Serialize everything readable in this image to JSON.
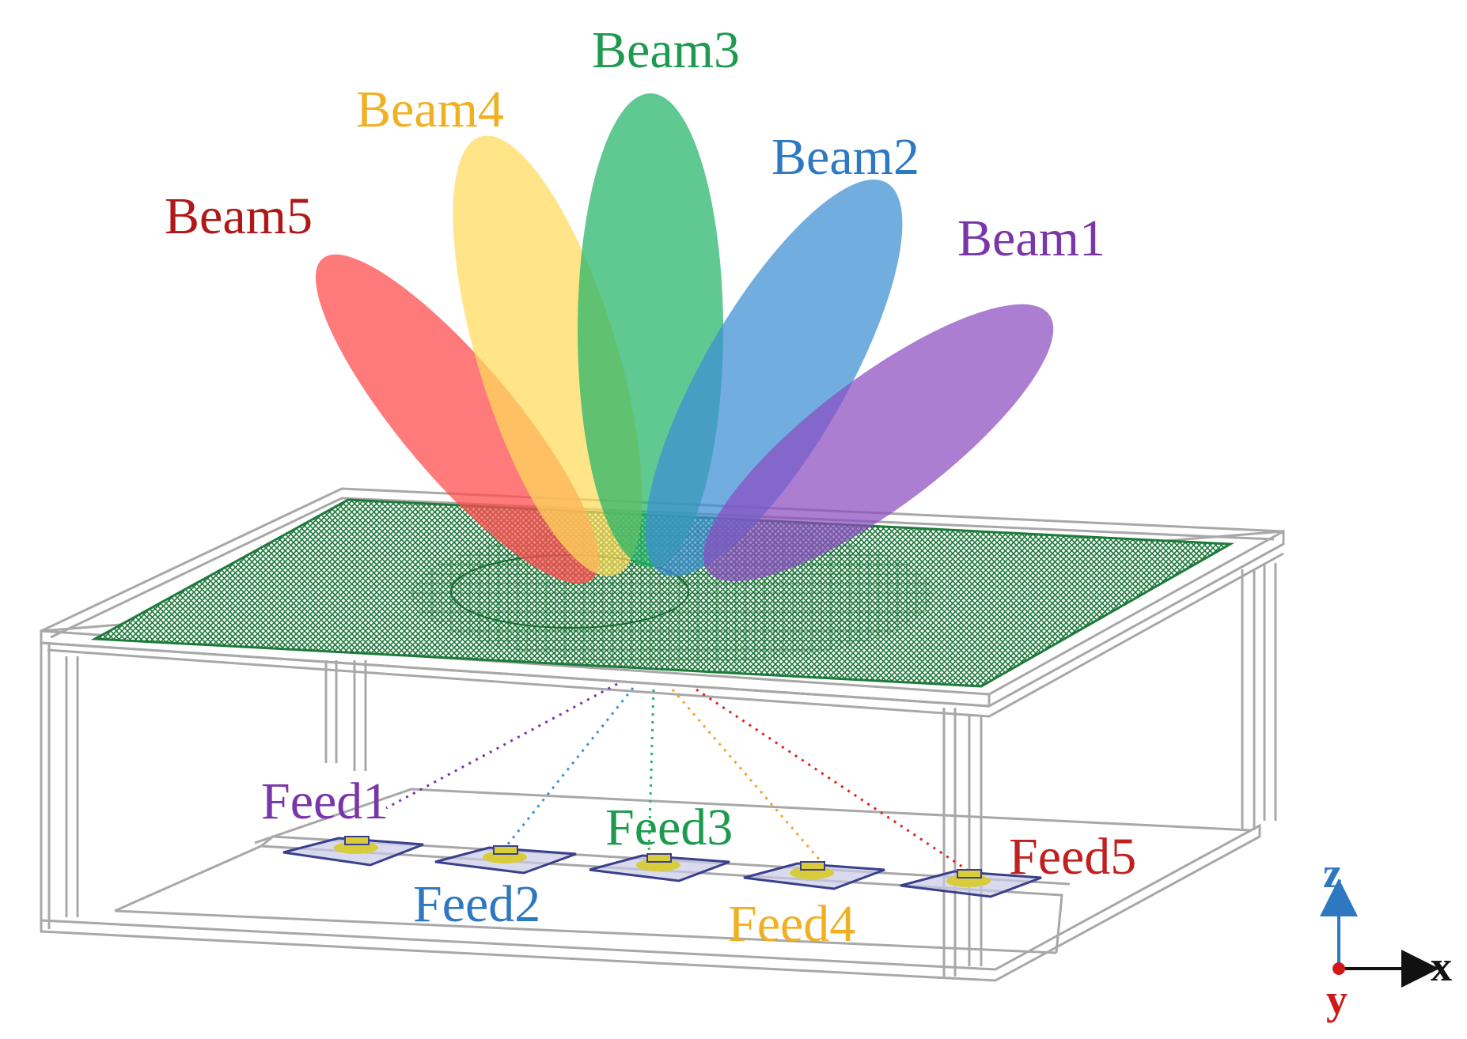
{
  "beams": [
    {
      "label": "Beam1",
      "color": "#7a35a8",
      "fill": "#9a5cc4"
    },
    {
      "label": "Beam2",
      "color": "#2e78c2",
      "fill": "#3c8ed4"
    },
    {
      "label": "Beam3",
      "color": "#1e9a4e",
      "fill": "#22b468"
    },
    {
      "label": "Beam4",
      "color": "#f0b021",
      "fill": "#ffd95a"
    },
    {
      "label": "Beam5",
      "color": "#b01818",
      "fill": "#ff4d4d"
    }
  ],
  "feeds": [
    {
      "label": "Feed1",
      "color": "#7a35a8"
    },
    {
      "label": "Feed2",
      "color": "#2e78c2"
    },
    {
      "label": "Feed3",
      "color": "#1e9a4e"
    },
    {
      "label": "Feed4",
      "color": "#f0b021"
    },
    {
      "label": "Feed5",
      "color": "#c0201e"
    }
  ],
  "axes": {
    "z": {
      "label": "z",
      "color": "#2e78c2"
    },
    "x": {
      "label": "x",
      "color": "#111111"
    },
    "y": {
      "label": "y",
      "color": "#d01818"
    }
  },
  "colors": {
    "metasurface": "#1f7a3c",
    "frame": "#a8a8a8",
    "patch": "#3a3f8c",
    "patch_fill": "#c9cbe6",
    "feed_element": "#d8cc3a"
  }
}
